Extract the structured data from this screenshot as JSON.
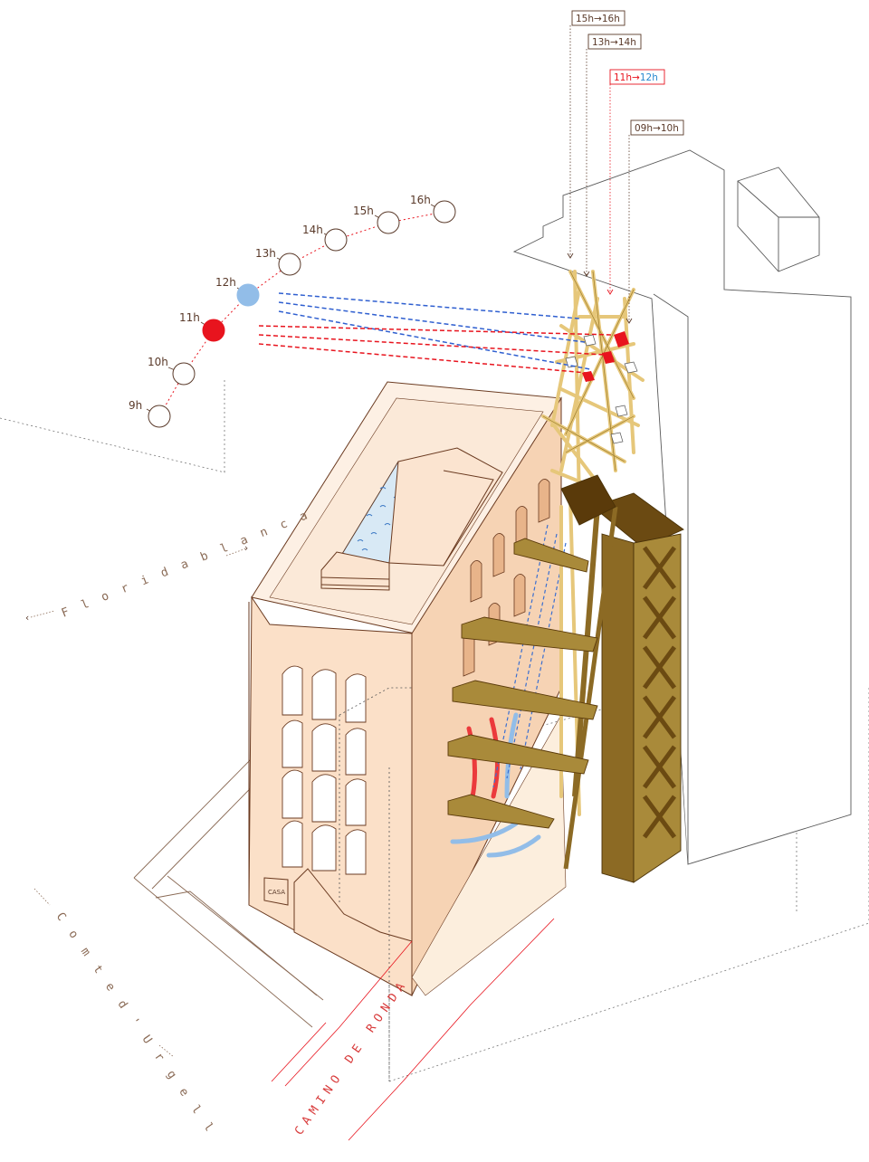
{
  "sun_path": {
    "hours": [
      {
        "label": "9h",
        "state": "normal"
      },
      {
        "label": "10h",
        "state": "normal"
      },
      {
        "label": "11h",
        "state": "red"
      },
      {
        "label": "12h",
        "state": "blue"
      },
      {
        "label": "13h",
        "state": "normal"
      },
      {
        "label": "14h",
        "state": "normal"
      },
      {
        "label": "15h",
        "state": "normal"
      },
      {
        "label": "16h",
        "state": "normal"
      }
    ]
  },
  "time_tags": [
    {
      "from": "15h",
      "to": "16h",
      "style": "normal"
    },
    {
      "from": "13h",
      "to": "14h",
      "style": "normal"
    },
    {
      "from": "11h",
      "to": "12h",
      "style": "highlight"
    },
    {
      "from": "09h",
      "to": "10h",
      "style": "normal"
    }
  ],
  "arrow_glyph": "→",
  "streets": {
    "floridablanca": "F l o r i d a b l a n c a",
    "comte_urgell": "C o m t e   d ' U r g e l l",
    "camino_de_ronda": "CAMINO DE RONDA"
  },
  "door_sign": "CASA",
  "colors": {
    "red": "#e8141e",
    "blue": "#92bde8",
    "line_brown": "#5a3a2a",
    "building_fill": "#fbe7d6",
    "building_dark": "#f3c9a4",
    "wood_light": "#e6c77a",
    "wood_dark": "#6b4a12",
    "pool": "#cfe3f2"
  }
}
